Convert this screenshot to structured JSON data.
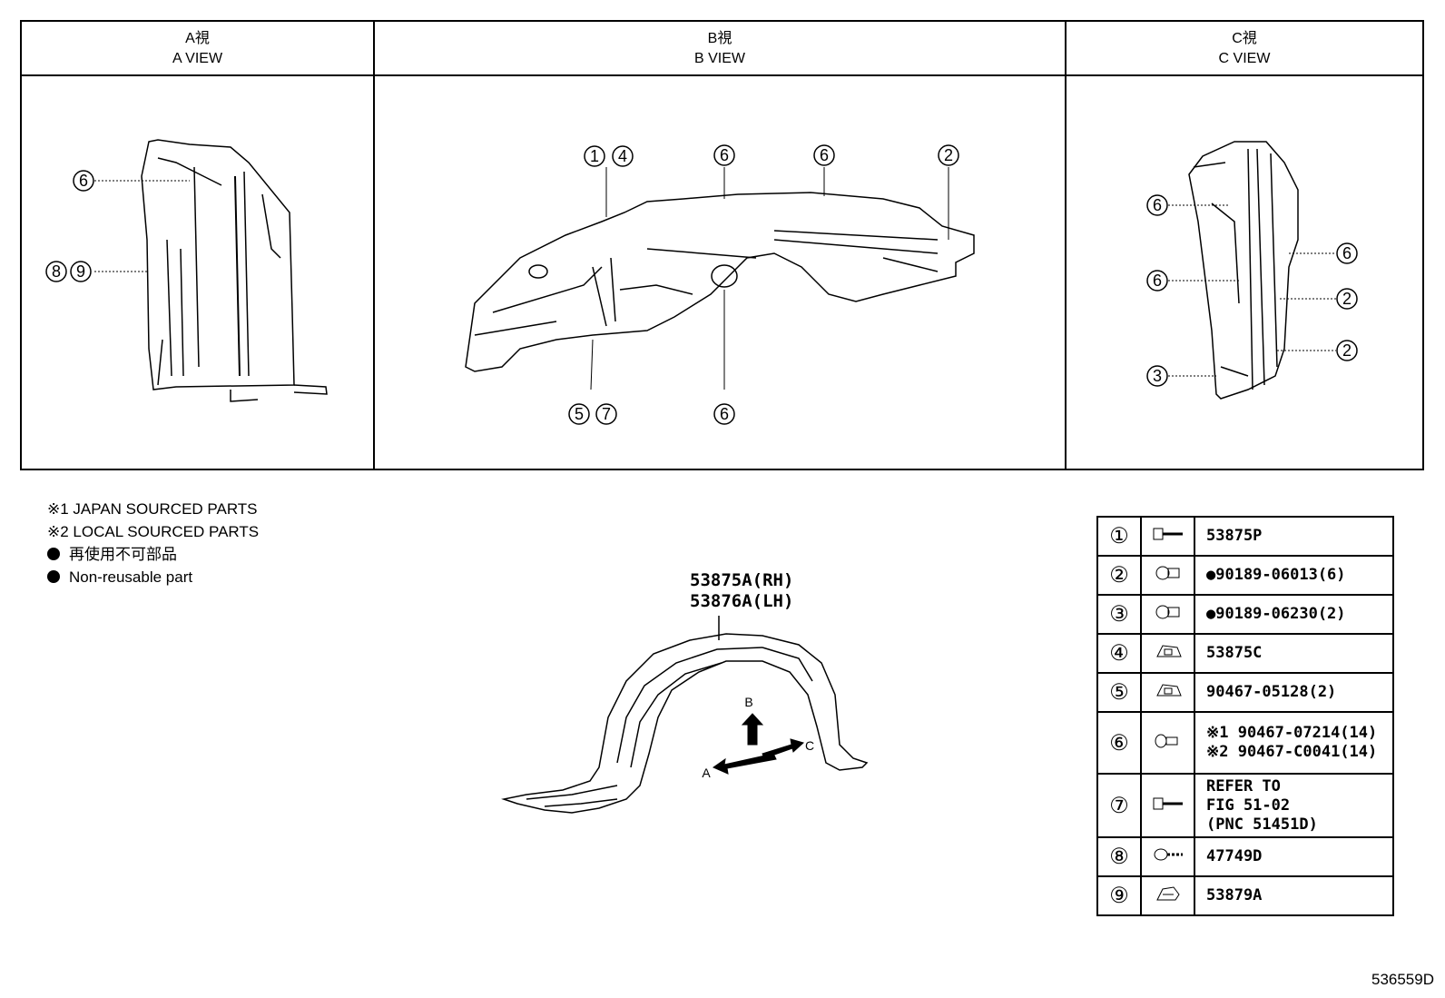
{
  "views": [
    {
      "jp": "A視",
      "en": "A VIEW"
    },
    {
      "jp": "B視",
      "en": "B VIEW"
    },
    {
      "jp": "C視",
      "en": "C VIEW"
    }
  ],
  "callouts": {
    "a_view": [
      "6",
      "8",
      "9"
    ],
    "b_view": [
      "1",
      "4",
      "6",
      "6",
      "2",
      "5",
      "7",
      "6"
    ],
    "c_view": [
      "6",
      "6",
      "6",
      "2",
      "2",
      "3"
    ]
  },
  "notes": {
    "japan": "※1 JAPAN SOURCED PARTS",
    "local": "※2 LOCAL SOURCED PARTS",
    "nonreusable_jp": "再使用不可部品",
    "nonreusable_en": "Non-reusable part"
  },
  "main_part": {
    "rh": "53875A(RH)",
    "lh": "53876A(LH)"
  },
  "arrows": {
    "a": "A",
    "b": "B",
    "c": "C"
  },
  "parts": [
    {
      "num": "①",
      "icon": "screw-icon",
      "lines": [
        "53875P"
      ]
    },
    {
      "num": "②",
      "icon": "clip-icon",
      "lines": [
        "●90189-06013(6)"
      ]
    },
    {
      "num": "③",
      "icon": "clip-icon",
      "lines": [
        "●90189-06230(2)"
      ]
    },
    {
      "num": "④",
      "icon": "nut-icon",
      "lines": [
        "53875C"
      ]
    },
    {
      "num": "⑤",
      "icon": "nut-icon",
      "lines": [
        "90467-05128(2)"
      ]
    },
    {
      "num": "⑥",
      "icon": "push-clip-icon",
      "lines": [
        "※1 90467-07214(14)",
        "※2 90467-C0041(14)"
      ]
    },
    {
      "num": "⑦",
      "icon": "screw-icon",
      "lines": [
        "REFER TO",
        "FIG 51-02",
        "(PNC 51451D)"
      ]
    },
    {
      "num": "⑧",
      "icon": "grommet-icon",
      "lines": [
        "47749D"
      ]
    },
    {
      "num": "⑨",
      "icon": "bracket-icon",
      "lines": [
        "53879A"
      ]
    }
  ],
  "figure_number": "536559D"
}
